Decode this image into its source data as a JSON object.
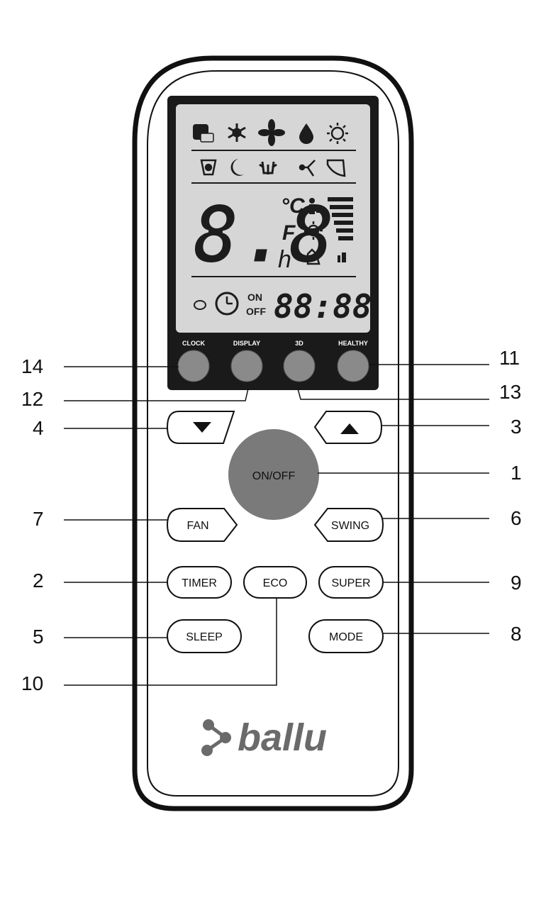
{
  "colors": {
    "body_outline": "#111111",
    "lcd_bezel": "#1a1a1a",
    "lcd_screen": "#d6d6d6",
    "lcd_ink": "#1c1c1c",
    "small_button": "#8a8a8a",
    "onoff_button": "#7a7a7a",
    "logo": "#6a6a6a"
  },
  "lcd": {
    "mode_icons_row1": [
      "feel-icon",
      "cool-snowflake-icon",
      "fan-icon",
      "dry-drop-icon",
      "heat-sun-icon"
    ],
    "mode_icons_row2": [
      "turbo-icon",
      "sleep-moon-icon",
      "health-icon",
      "swing-icon",
      "flap-icon"
    ],
    "big_digits": "8.8",
    "unit_c": "°C",
    "unit_f": "F",
    "unit_h": "h",
    "on_label": "ON",
    "off_label": "OFF",
    "clock_digits": "88:88"
  },
  "top_buttons": {
    "clock": "CLOCK",
    "display": "DISPLAY",
    "td": "3D",
    "healthy": "HEALTHY"
  },
  "buttons": {
    "on_off": "ON/OFF",
    "fan": "FAN",
    "swing": "SWING",
    "timer": "TIMER",
    "eco": "ECO",
    "super": "SUPER",
    "sleep": "SLEEP",
    "mode": "MODE"
  },
  "callouts": {
    "n1": "1",
    "n2": "2",
    "n3": "3",
    "n4": "4",
    "n5": "5",
    "n6": "6",
    "n7": "7",
    "n8": "8",
    "n9": "9",
    "n10": "10",
    "n11": "11",
    "n12": "12",
    "n13": "13",
    "n14": "14"
  },
  "logo": {
    "text": "ballu"
  }
}
